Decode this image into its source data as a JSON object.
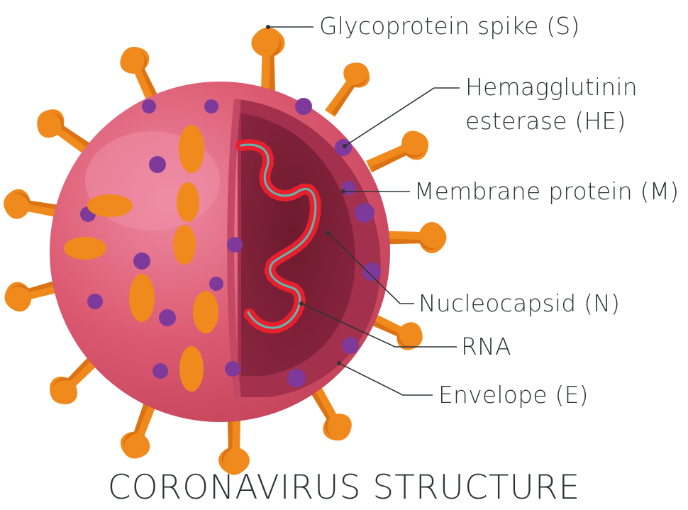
{
  "title": "CORONAVIRUS STRUCTURE",
  "labels": {
    "spike": "Glycoprotein spike (S)",
    "he_line1": "Hemagglutinin",
    "he_line2": "esterase (HE)",
    "membrane": "Membrane protein (M)",
    "nucleocapsid": "Nucleocapsid (N)",
    "rna": "RNA",
    "envelope": "Envelope (E)"
  },
  "colors": {
    "virus_body": "#d9566c",
    "virus_highlight": "#e97a93",
    "inner_dark": "#7a1f35",
    "inner_mid": "#9b2c46",
    "spike_orange": "#f08a1c",
    "spike_shadow": "#d26a12",
    "protein_purple": "#7e3a9a",
    "rna_red": "#e8202e",
    "rna_teal": "#5fb8b4",
    "leader_line": "#2f3338"
  }
}
